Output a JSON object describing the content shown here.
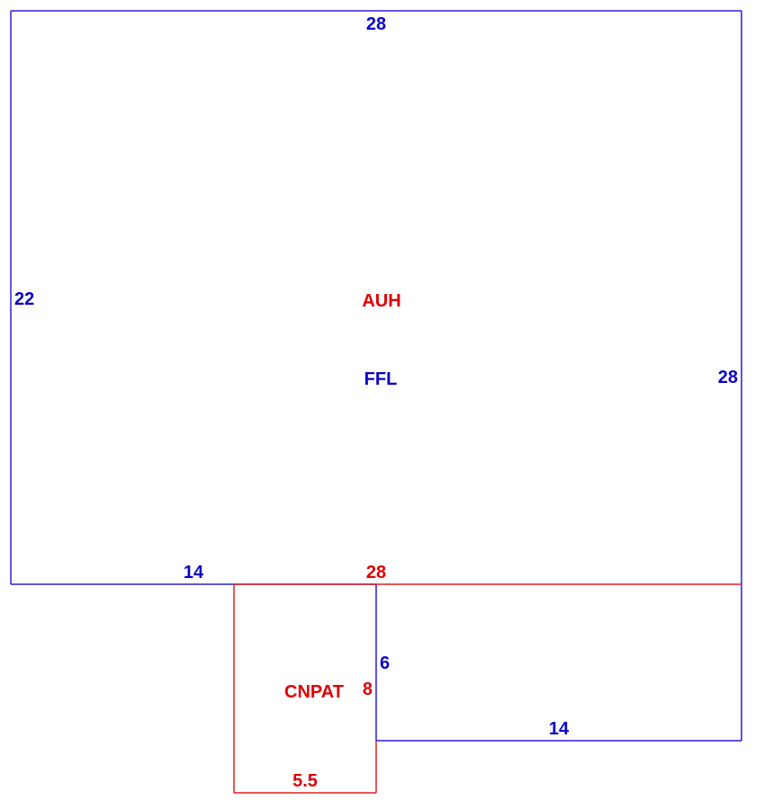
{
  "areas": {
    "main": "AUH",
    "floor": "FFL",
    "porch": "CNPAT"
  },
  "dimensions": {
    "main_top": "28",
    "main_left": "22",
    "main_right": "28",
    "main_bottom_left": "14",
    "main_bottom_mid": "28",
    "lower_step": "6",
    "porch_side": "8",
    "porch_bottom": "5.5",
    "lower_bottom": "14"
  },
  "colors": {
    "blue": "#2a1fd6",
    "red": "#e02020",
    "background": "#ffffff"
  }
}
